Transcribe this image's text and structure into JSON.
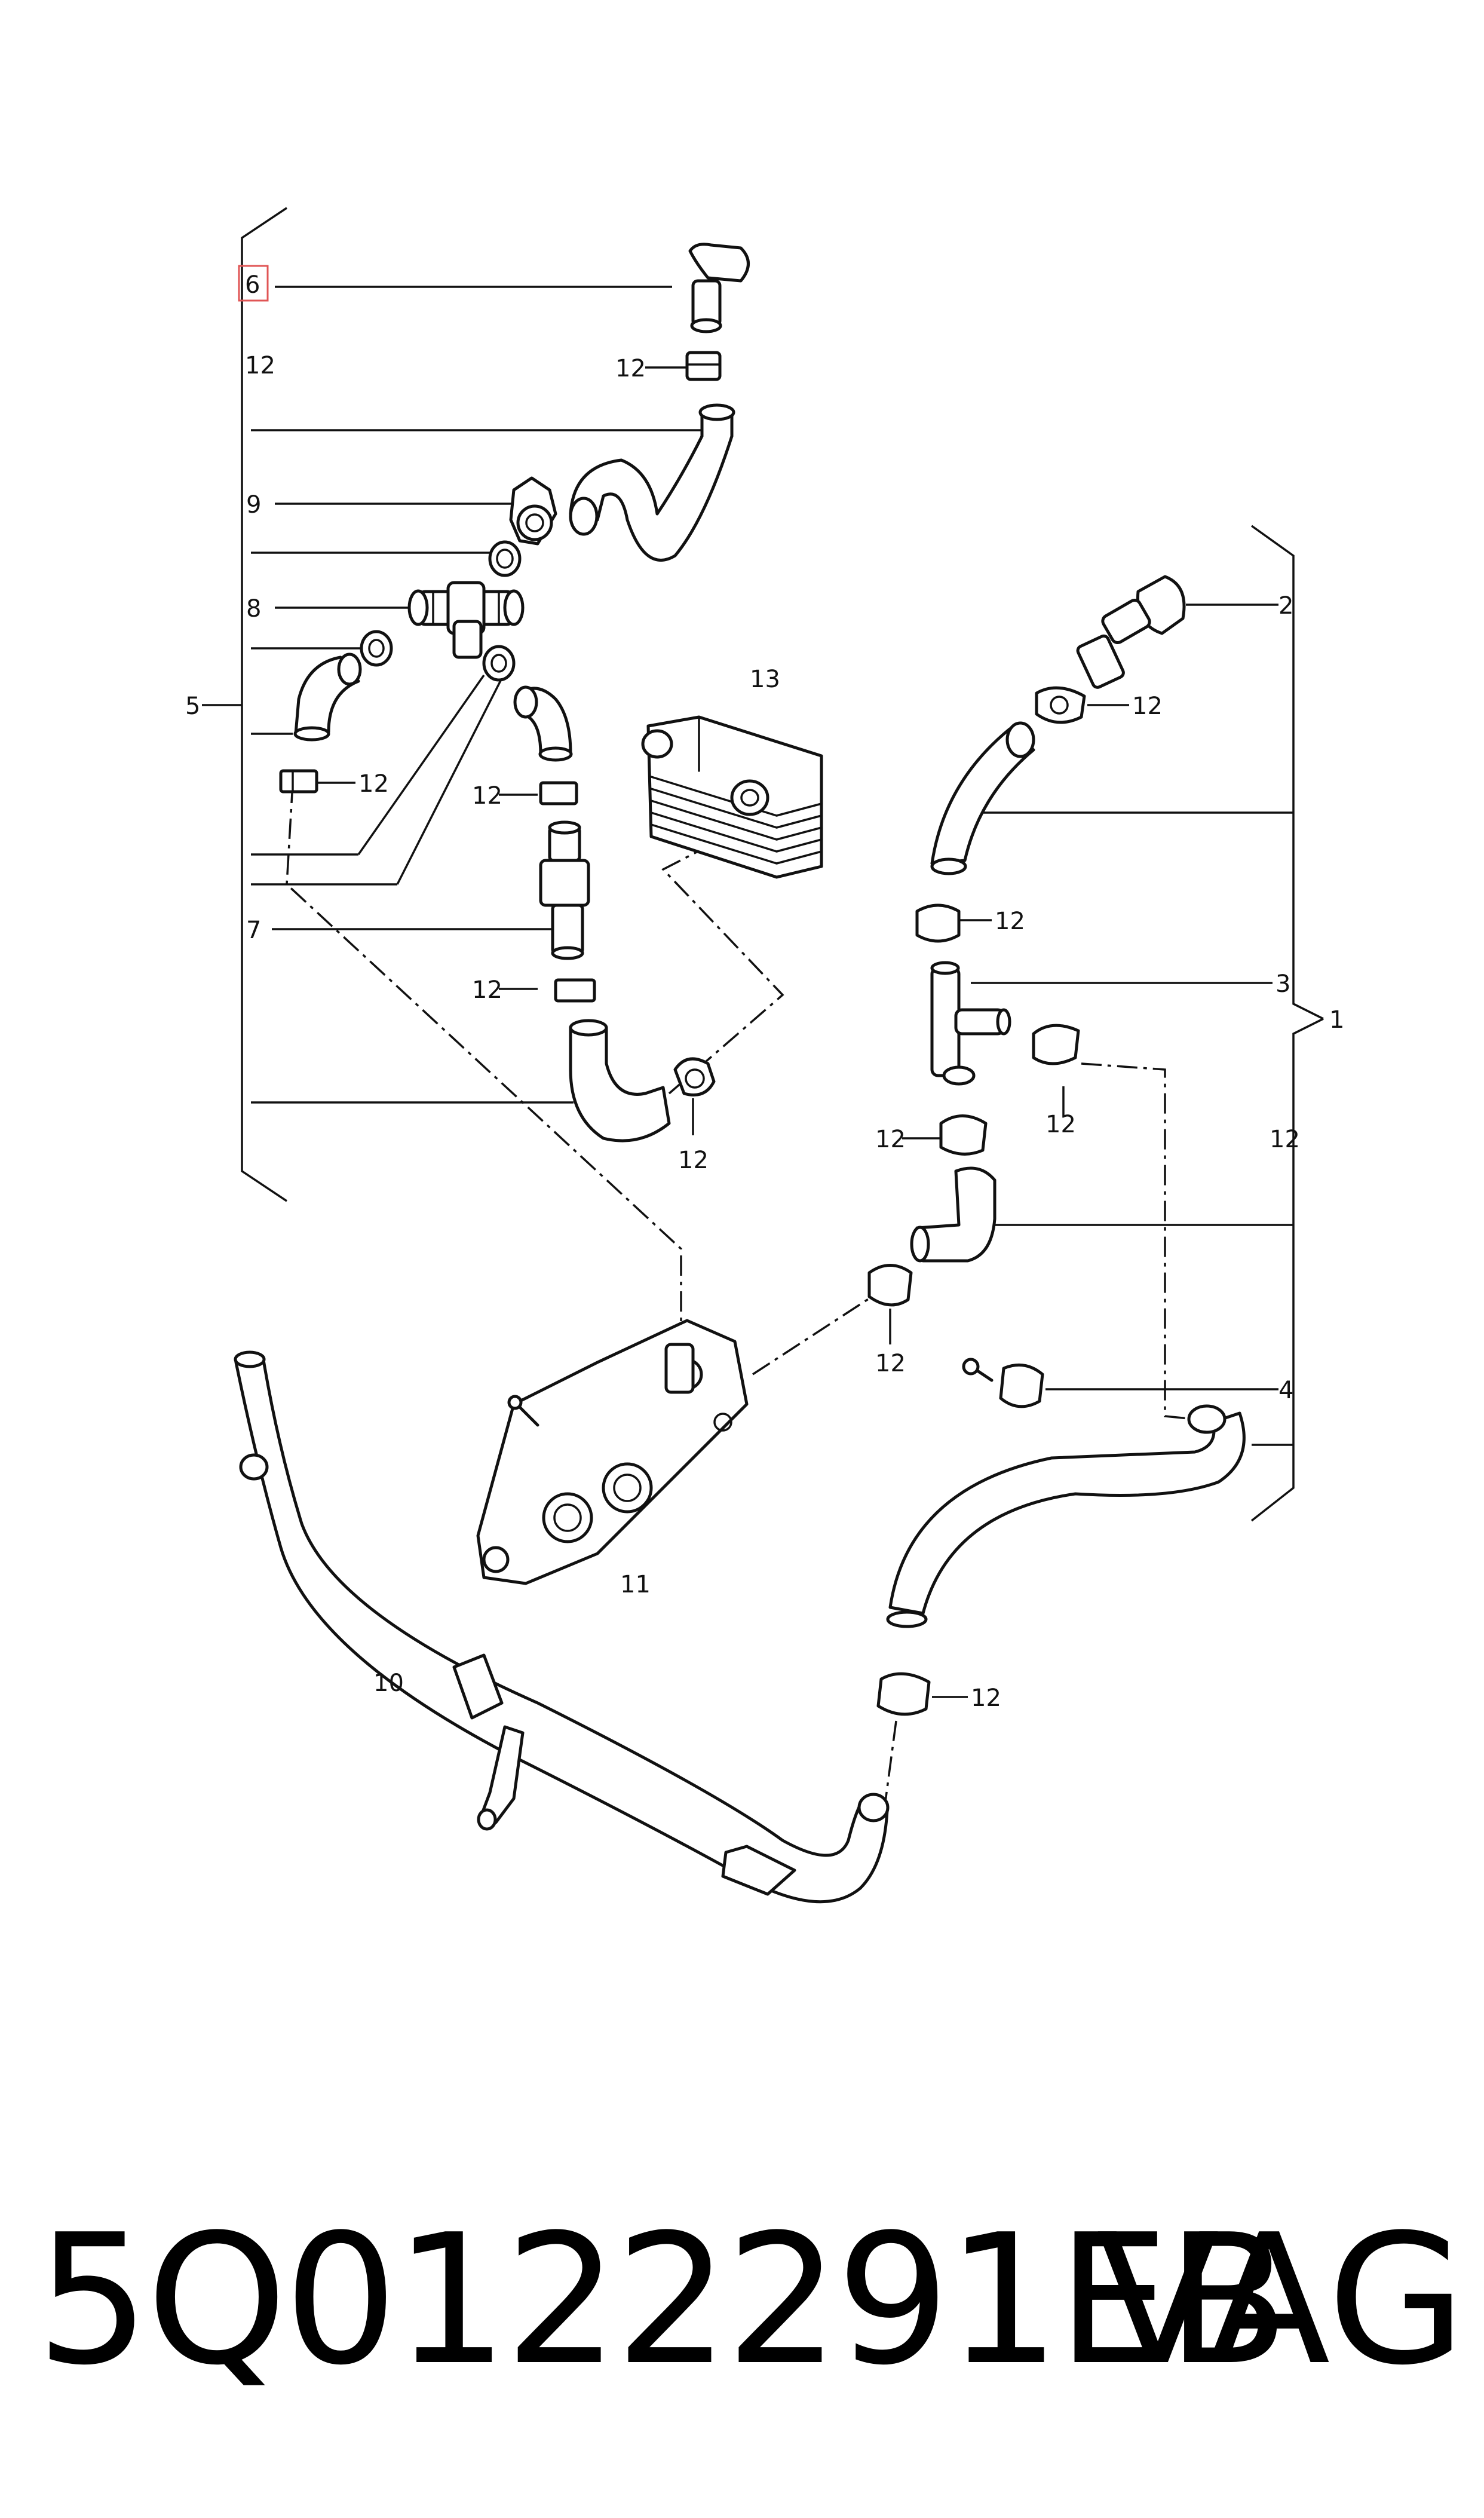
{
  "diagram": {
    "callouts": {
      "c1": "1",
      "c2": "2",
      "c3": "3",
      "c4": "4",
      "c5": "5",
      "c6": "6",
      "c7": "7",
      "c8": "8",
      "c9": "9",
      "c10": "10",
      "c11": "11",
      "c13": "13",
      "c12": "12"
    },
    "highlight_color": "#e05555",
    "line_color": "#111111"
  },
  "footer": {
    "part_number": "5Q0122291EB",
    "brand": "VAG"
  }
}
